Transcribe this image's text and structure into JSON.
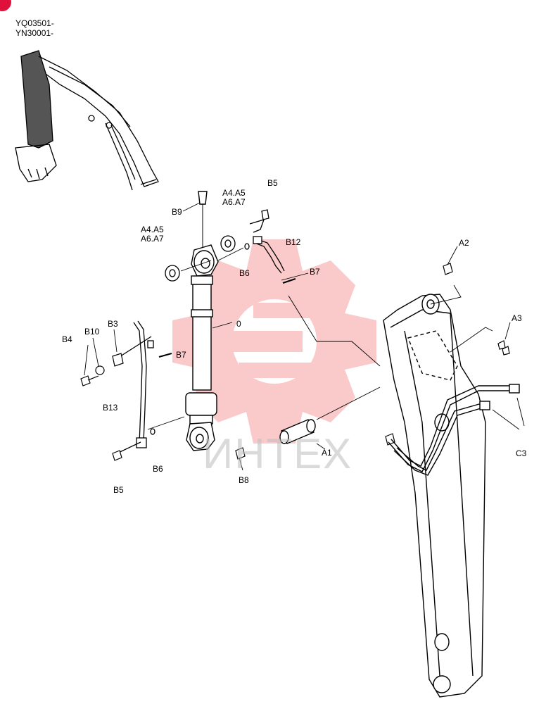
{
  "serials": [
    "YQ03501-",
    "YN30001-"
  ],
  "watermark": {
    "text": "ИНТЕХ",
    "color": "#f05a5a"
  },
  "callouts": {
    "b5_top": "B5",
    "a4_right_1": "A4.A5",
    "a4_right_2": "A6.A7",
    "b9": "B9",
    "a4_left_1": "A4.A5",
    "a4_left_2": "A6.A7",
    "b12": "B12",
    "b6_top": "B6",
    "b7_top": "B7",
    "a2": "A2",
    "a3": "A3",
    "zero": "0",
    "b3": "B3",
    "b4": "B4",
    "b10": "B10",
    "b7_mid": "B7",
    "b13": "B13",
    "b6_bottom": "B6",
    "b5_bottom": "B5",
    "b8": "B8",
    "a1": "A1",
    "c3": "C3"
  }
}
